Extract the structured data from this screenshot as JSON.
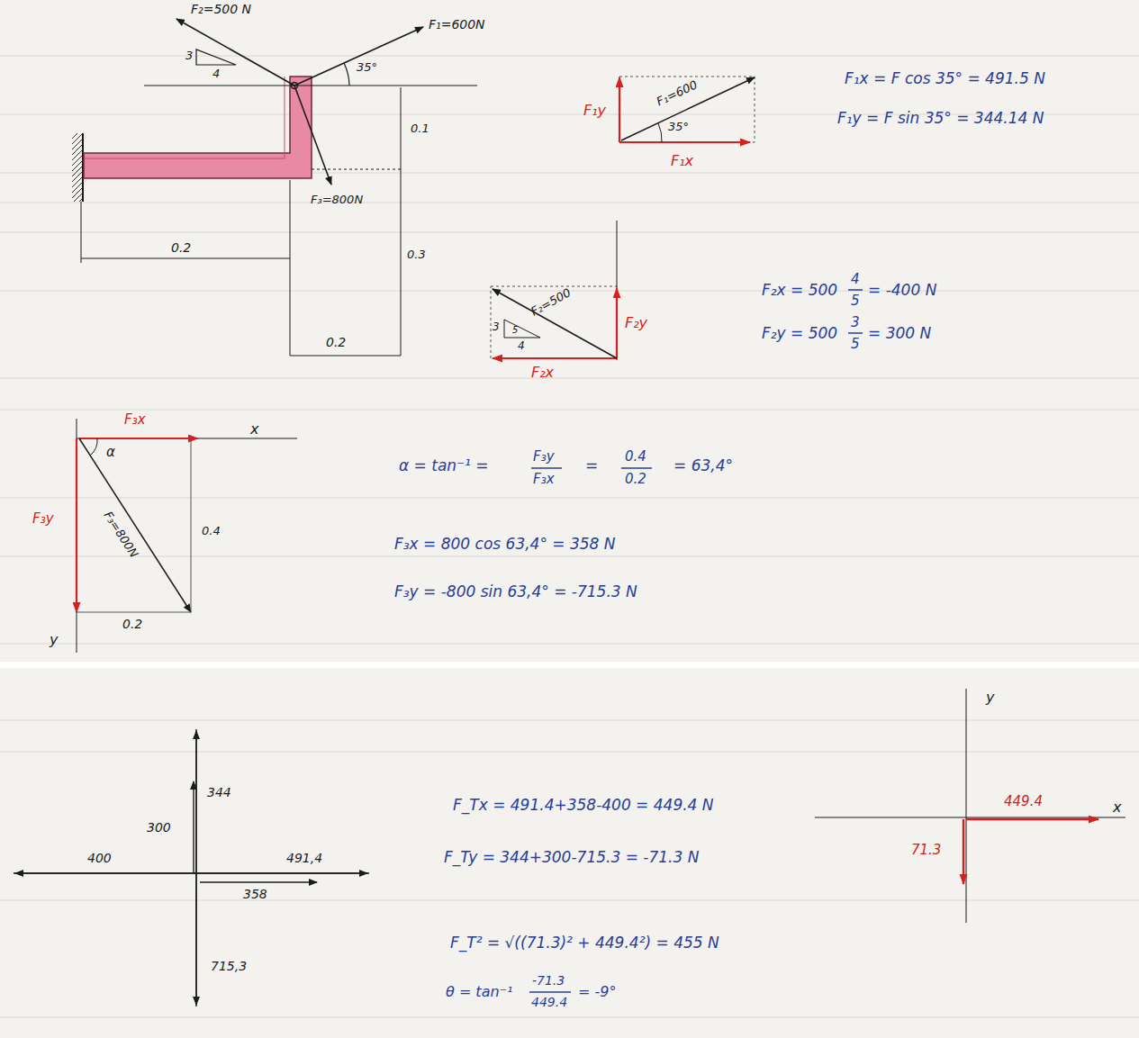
{
  "diagram": {
    "labels": [
      "F₂=500 N",
      "3",
      "4",
      "F₁=600N",
      "35°",
      "0.1",
      "F₃=800N",
      "0.2",
      "0.3",
      "0.2",
      "F₁y",
      "F₁=600",
      "35°",
      "F₁x",
      "F₁x = F cos 35° = 491.5 N",
      "F₁y = F sin 35° = 344.14 N",
      "F₂=500",
      "3",
      "5",
      "4",
      "F₂y",
      "F₂x",
      "F₂x = 500",
      "4",
      "5",
      "= -400 N",
      "F₂y = 500",
      "3",
      "5",
      "= 300 N",
      "F₃x",
      "x",
      "α",
      "F₃=800N",
      "F₃y",
      "0.4",
      "0.2",
      "y",
      "α = tan⁻¹ =",
      "F₃y",
      "F₃x",
      "=",
      "0.4",
      "0.2",
      "= 63,4°",
      "F₃x = 800 cos 63,4° = 358 N",
      "F₃y = -800 sin 63,4° = -715.3 N",
      "344",
      "300",
      "400",
      "491,4",
      "358",
      "715,3",
      "F_Tx = 491.4+358-400 = 449.4 N",
      "F_Ty = 344+300-715.3 = -71.3 N",
      "F_T² = √((71.3)² + 449.4²) = 455 N",
      "θ = tan⁻¹",
      "-71.3",
      "449.4",
      "= -9°",
      "y",
      "449.4",
      "x",
      "71.3"
    ]
  }
}
